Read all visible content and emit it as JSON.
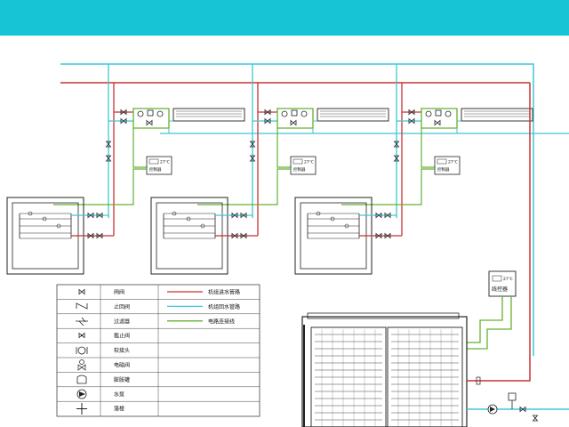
{
  "colors": {
    "header": "#17c4d6",
    "supply_pipe": "#c83232",
    "return_pipe": "#3ec7d8",
    "signal_line": "#66b030",
    "equipment": "#333333"
  },
  "units": {
    "controller_display": "27℃",
    "controller_label": "控制器",
    "line_controller_label": "线控器"
  },
  "legend": {
    "symbols": [
      {
        "icon": "gate-valve-icon",
        "label": "闸阀"
      },
      {
        "icon": "check-valve-icon",
        "label": "止回阀"
      },
      {
        "icon": "y-strainer-icon",
        "label": "过滤器"
      },
      {
        "icon": "stop-valve-icon",
        "label": "截止阀"
      },
      {
        "icon": "soft-joint-icon",
        "label": "软接头"
      },
      {
        "icon": "solenoid-valve-icon",
        "label": "电磁阀"
      },
      {
        "icon": "expansion-tank-icon",
        "label": "膨胀罐"
      },
      {
        "icon": "water-pump-icon",
        "label": "水泵"
      },
      {
        "icon": "drain-icon",
        "label": "落楼"
      }
    ],
    "lines": [
      {
        "color": "#c83232",
        "label": "机组进水管路"
      },
      {
        "color": "#3ec7d8",
        "label": "机组回水管路"
      },
      {
        "color": "#66b030",
        "label": "电路连接线"
      }
    ]
  }
}
